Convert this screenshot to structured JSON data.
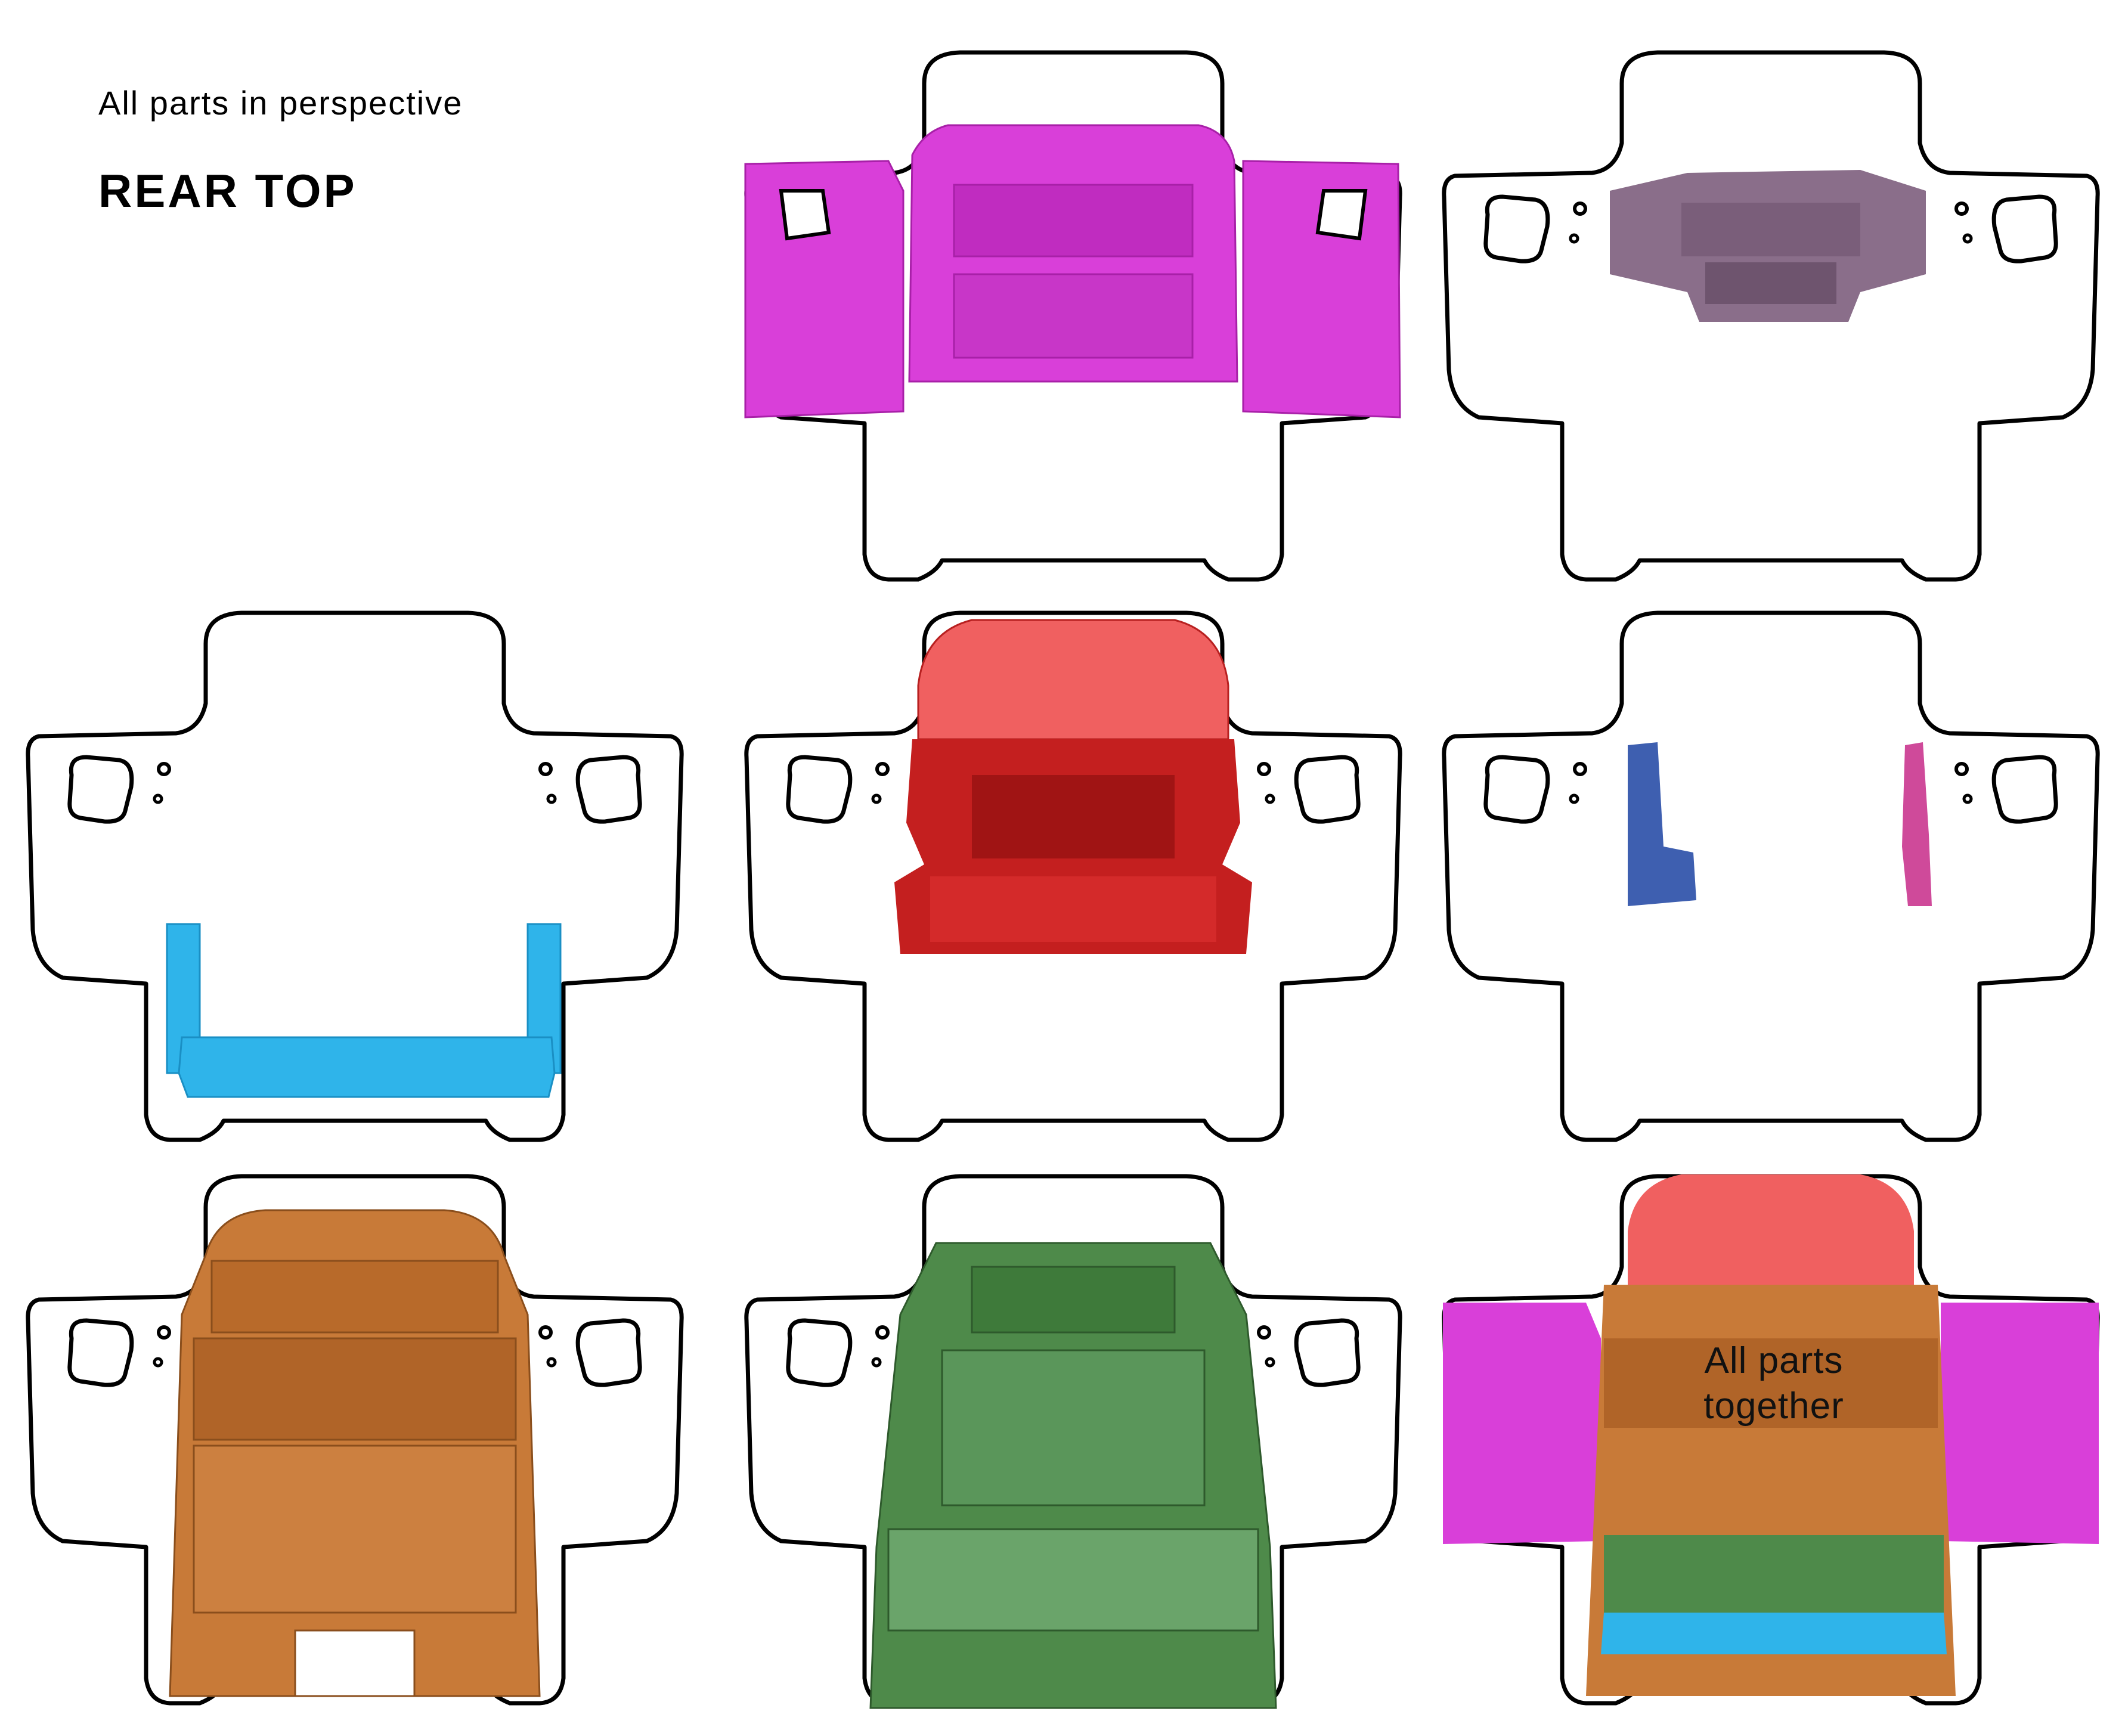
{
  "header": {
    "subtitle": "All parts in perspective",
    "title": "REAR TOP"
  },
  "overlay": {
    "label_line1": "All parts",
    "label_line2": "together"
  },
  "colors": {
    "outline": "#000000",
    "doors": "#d93fd9",
    "rear_frame": "#8a6e8a",
    "tailgate": "#2fb4ea",
    "hood_engine": "#e23838",
    "side_trims_left": "#3e5fb0",
    "side_trims_right": "#cf4a9a",
    "body_shell": "#c87a38",
    "underbody": "#4e8a4a"
  },
  "cells": [
    {
      "id": "doors",
      "color_key": "doors"
    },
    {
      "id": "rear-frame",
      "color_key": "rear_frame"
    },
    {
      "id": "tailgate",
      "color_key": "tailgate"
    },
    {
      "id": "hood-engine",
      "color_key": "hood_engine"
    },
    {
      "id": "side-trims",
      "color_key": "side_trims_left"
    },
    {
      "id": "body-shell",
      "color_key": "body_shell"
    },
    {
      "id": "underbody",
      "color_key": "underbody"
    },
    {
      "id": "all-parts",
      "color_key": "body_shell"
    }
  ]
}
